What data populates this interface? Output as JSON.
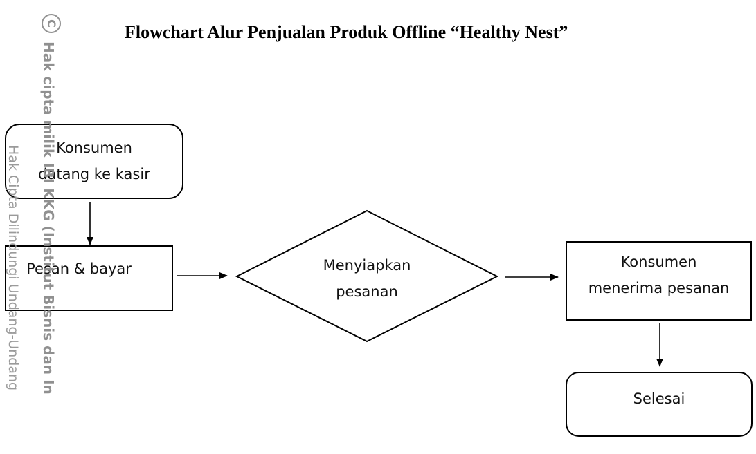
{
  "title": "Flowchart Alur Penjualan Produk Offline “Healthy Nest”",
  "nodes": {
    "start": {
      "label": "Konsumen\ndatang ke kasir",
      "shape": "rounded-rectangle"
    },
    "order": {
      "label": "Pesan & bayar",
      "shape": "rectangle"
    },
    "prepare": {
      "label": "Menyiapkan\npesanan",
      "shape": "diamond"
    },
    "receive": {
      "label": "Konsumen\nmenerima pesanan",
      "shape": "rectangle"
    },
    "end": {
      "label": "Selesai",
      "shape": "rounded-rectangle"
    }
  },
  "edges": [
    {
      "from": "start",
      "to": "order"
    },
    {
      "from": "order",
      "to": "prepare"
    },
    {
      "from": "prepare",
      "to": "receive"
    },
    {
      "from": "receive",
      "to": "end"
    }
  ],
  "watermark": {
    "symbol": "C",
    "line1": "Hak cipta milik IBI KKG (Institut Bisnis dan In",
    "line2": "Hak Cipta Dilindungi Undang-Undang"
  }
}
